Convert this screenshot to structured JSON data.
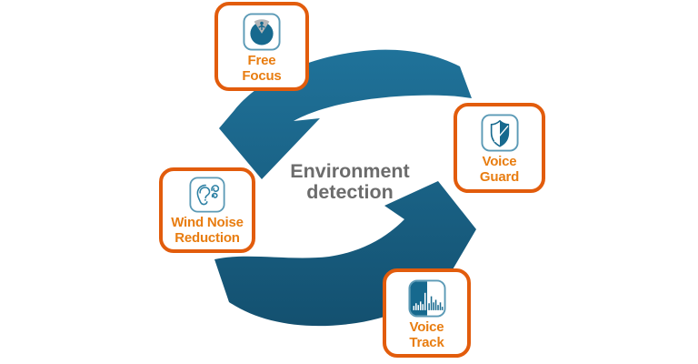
{
  "center_label": {
    "line1": "Environment",
    "line2": "detection",
    "color": "#6c6c6c"
  },
  "nodes": [
    {
      "id": "free-focus",
      "line1": "Free",
      "line2": "Focus",
      "icon": "focus-person-in-beam-icon"
    },
    {
      "id": "voice-guard",
      "line1": "Voice",
      "line2": "Guard",
      "icon": "shield-icon"
    },
    {
      "id": "wind-noise-reduction",
      "line1": "Wind Noise",
      "line2": "Reduction",
      "icon": "ear-with-wind-icon"
    },
    {
      "id": "voice-track",
      "line1": "Voice",
      "line2": "Track",
      "icon": "audio-bars-icon"
    }
  ],
  "arrows": {
    "description": "two thick curved ribbon arrows forming a counterclockwise cycle",
    "top_arrow_points_to": "Wind Noise Reduction",
    "bottom_arrow_points_to": "Voice Guard",
    "color_light": "#20749c",
    "color_dark": "#134f6e"
  },
  "colors": {
    "box_border_orange": "#e25c0c",
    "label_orange": "#e87d11",
    "icon_teal": "#17698e",
    "icon_frame_teal": "#5b9ab6",
    "icon_line_teal": "#2e81a4",
    "wedge_gray": "#b4b5b7",
    "center_text_gray": "#6c6c6c",
    "background": "#ffffff"
  }
}
